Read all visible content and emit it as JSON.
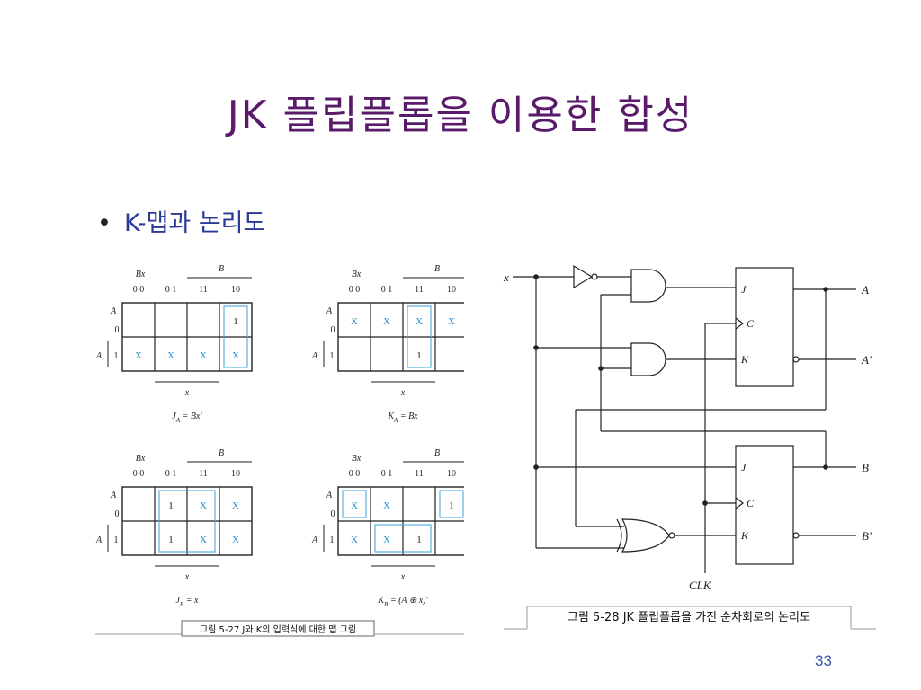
{
  "slide": {
    "title": "JK 플립플롭을 이용한 합성",
    "bullet": "K-맵과 논리도",
    "page_number": "33"
  },
  "kmaps": {
    "row_var": "A",
    "col_vars": "Bx",
    "col_group_label": "B",
    "bottom_group_label": "x",
    "col_headers": [
      "0 0",
      "0 1",
      "11",
      "10"
    ],
    "row_headers": [
      "0",
      "1"
    ],
    "maps": [
      {
        "equation": "J_A = Bx'",
        "cells": [
          [
            "",
            "",
            "",
            "1"
          ],
          [
            "X",
            "X",
            "X",
            "X"
          ]
        ]
      },
      {
        "equation": "K_A = Bx",
        "cells": [
          [
            "X",
            "X",
            "X",
            "X"
          ],
          [
            "",
            "",
            "1",
            ""
          ]
        ]
      },
      {
        "equation": "J_B = x",
        "cells": [
          [
            "",
            "1",
            "X",
            "X"
          ],
          [
            "",
            "1",
            "X",
            "X"
          ]
        ]
      },
      {
        "equation": "K_B = (A ⊕ x)'",
        "cells": [
          [
            "X",
            "X",
            "",
            "1"
          ],
          [
            "X",
            "X",
            "1",
            ""
          ]
        ]
      }
    ],
    "caption": "그림 5-27  J와 K의 입력식에 대한 맵 그림"
  },
  "circuit": {
    "labels": {
      "input": "x",
      "clk": "CLK",
      "out_a": "A",
      "out_a_not": "A'",
      "out_b": "B",
      "out_b_not": "B'",
      "ff_j": "J",
      "ff_c": "C",
      "ff_k": "K"
    },
    "caption": "그림 5-28  JK 플립플롭을 가진 순차회로의 논리도"
  },
  "colors": {
    "title": "#5a1a6a",
    "bullet": "#2b3a99",
    "highlight": "#3aa0d8",
    "x_mark": "#2a8fd0",
    "line": "#222222"
  }
}
